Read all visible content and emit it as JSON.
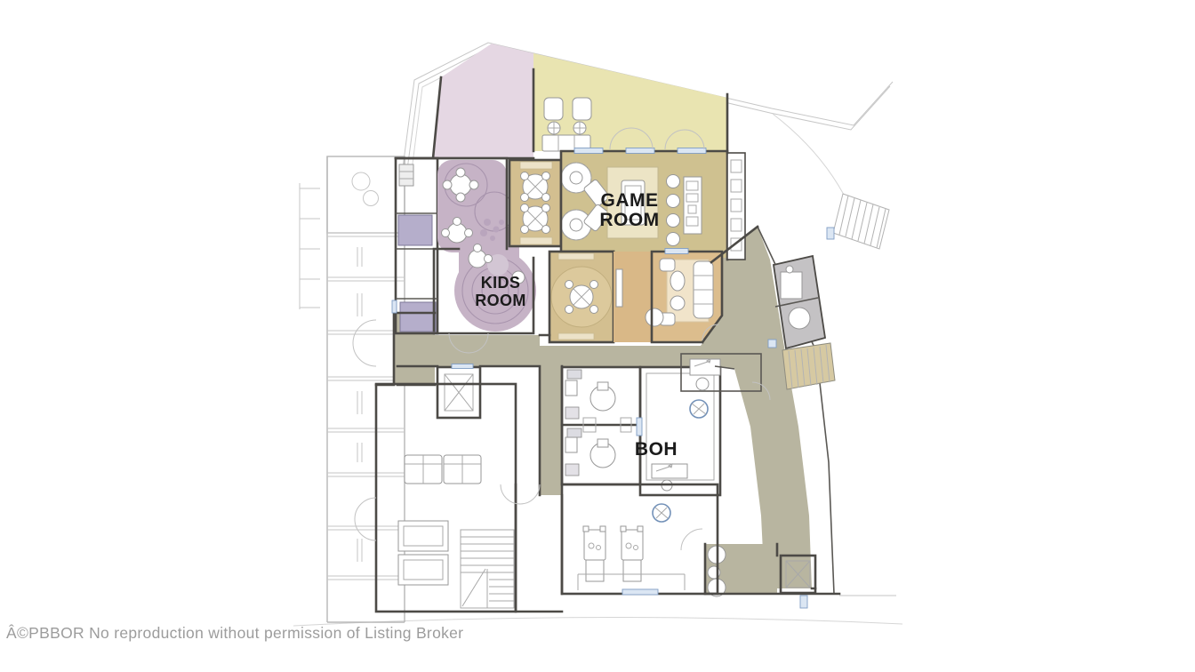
{
  "plan": {
    "labels": {
      "game_room": {
        "line1": "GAME",
        "line2": "ROOM"
      },
      "kids_room": {
        "line1": "KIDS",
        "line2": "ROOM"
      },
      "boh": "BOH"
    },
    "palette": {
      "terrace_pink": "#e5d7e3",
      "terrace_yellow": "#e9e4b1",
      "kids_room": "#c6b3c6",
      "kids_closet": "#b5aecb",
      "game_floor": "#cfc190",
      "game_rug": "#ece4c5",
      "card_room": "#d3bf90",
      "card_rug": "#dcc99c",
      "bench_cream": "#ece2c8",
      "vestibule": "#d9b887",
      "lounge": "#dcbd8d",
      "lounge_rug": "#f1e4ca",
      "corridor": "#b8b5a0",
      "bathroom_gray": "#c4c2c4",
      "stair_tan": "#d6c9a2",
      "wall_dark": "#4c4a46"
    }
  },
  "footer": {
    "copyright": "Â©PBBOR No reproduction without permission of Listing Broker"
  }
}
